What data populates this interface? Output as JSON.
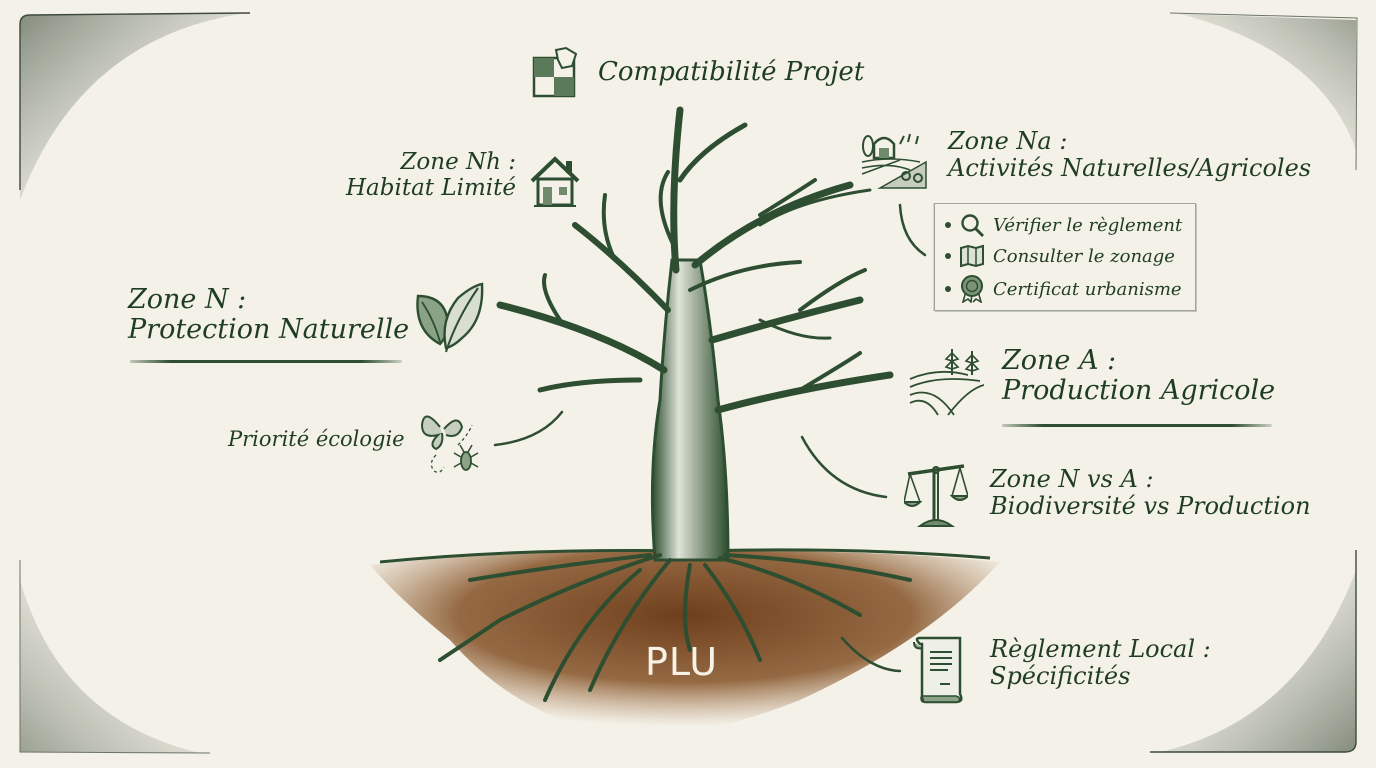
{
  "diagram": {
    "type": "tree-mindmap",
    "root": "PLU",
    "colors": {
      "background": "#f4f1e8",
      "ink": "#1f3d22",
      "tree": "#2d4e30",
      "soil": "#7a4a24"
    }
  },
  "nodes": {
    "compat": {
      "icon": "puzzle-icon",
      "title": "Compatibilité Projet"
    },
    "nh": {
      "icon": "house-icon",
      "line1": "Zone Nh :",
      "line2": "Habitat Limité"
    },
    "na": {
      "icon": "farm-barn-icon",
      "line1": "Zone Na :",
      "line2": "Activités Naturelles/Agricoles"
    },
    "checklist": {
      "items": [
        {
          "icon": "magnifier-icon",
          "label": "Vérifier le règlement"
        },
        {
          "icon": "map-icon",
          "label": "Consulter le zonage"
        },
        {
          "icon": "certificate-rosette-icon",
          "label": "Certificat urbanisme"
        }
      ]
    },
    "n": {
      "icon": "leaves-icon",
      "line1": "Zone N :",
      "line2": "Protection Naturelle"
    },
    "eco": {
      "icon": "butterfly-insect-icon",
      "title": "Priorité écologie"
    },
    "a": {
      "icon": "wheat-field-icon",
      "line1": "Zone A :",
      "line2": "Production Agricole"
    },
    "nva": {
      "icon": "balance-scale-icon",
      "line1": "Zone N vs A :",
      "line2": "Biodiversité vs Production"
    },
    "reg": {
      "icon": "scroll-document-icon",
      "line1": "Règlement Local :",
      "line2": "Spécificités"
    }
  },
  "roots_label": "PLU"
}
